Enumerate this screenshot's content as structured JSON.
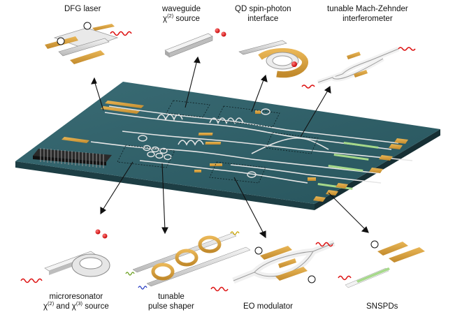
{
  "labels": {
    "dfg_laser": "DFG laser",
    "waveguide_line1": "waveguide",
    "waveguide_chi": "χ",
    "waveguide_chi_order": "(2)",
    "waveguide_line2_suffix": " source",
    "qd_line1": "QD spin-photon",
    "qd_line2": "interface",
    "mzi_line1": "tunable Mach-Zehnder",
    "mzi_line2": "interferometer",
    "microresonator_line1": "microresonator",
    "micro_chi_a": "χ",
    "micro_chi_a_order": "(2)",
    "micro_and": " and ",
    "micro_chi_b": "χ",
    "micro_chi_b_order": "(3)",
    "micro_suffix": " source",
    "pulse_line1": "tunable",
    "pulse_line2": "pulse shaper",
    "eo_modulator": "EO modulator",
    "snspds": "SNSPDs"
  },
  "colors": {
    "chip_top": "#2f5f68",
    "chip_side": "#1d3e44",
    "gold": "#d9a441",
    "waveguide": "#d8d8d8",
    "photon": "#e02020",
    "detector_wire": "#a6d98a"
  }
}
